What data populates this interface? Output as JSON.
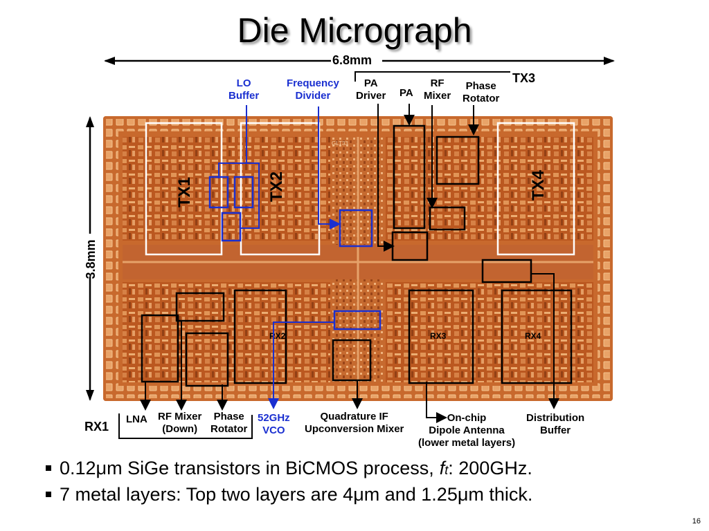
{
  "slide": {
    "title": "Die Micrograph",
    "page_number": "16"
  },
  "dimensions": {
    "width": "6.8mm",
    "height": "3.8mm"
  },
  "top_labels": {
    "lo_buffer": "LO\nBuffer",
    "frequency_divider": "Frequency\nDivider",
    "pa_driver": "PA\nDriver",
    "pa": "PA",
    "rf_mixer": "RF\nMixer",
    "phase_rotator": "Phase\nRotator",
    "tx3": "TX3"
  },
  "chip_labels": {
    "tx1": "TX1",
    "tx2": "TX2",
    "tx4": "TX4",
    "rx2": "RX2",
    "rx3": "RX3",
    "rx4": "RX4",
    "die_mark": "GLT33"
  },
  "bottom_labels": {
    "rx1": "RX1",
    "lna": "LNA",
    "rf_mixer_down": "RF Mixer\n(Down)",
    "phase_rotator": "Phase\nRotator",
    "vco": "52GHz\nVCO",
    "quadrature_mixer": "Quadrature IF\nUpconversion Mixer",
    "onchip_antenna": "On-chip\nDipole Antenna\n(lower metal layers)",
    "distribution_buffer": "Distribution\nBuffer"
  },
  "bullets": [
    {
      "pre": "0.12μm SiGe transistors in BiCMOS process, ",
      "f": "f",
      "sub": "t",
      "post": ": 200GHz."
    },
    {
      "text": "7 metal layers: Top two layers are 4μm and 1.25μm thick."
    }
  ],
  "colors": {
    "annotation_blue": "#1a2fd0",
    "chip_copper": "#c8692d",
    "box_black": "#000000",
    "box_white": "#ffffff"
  }
}
